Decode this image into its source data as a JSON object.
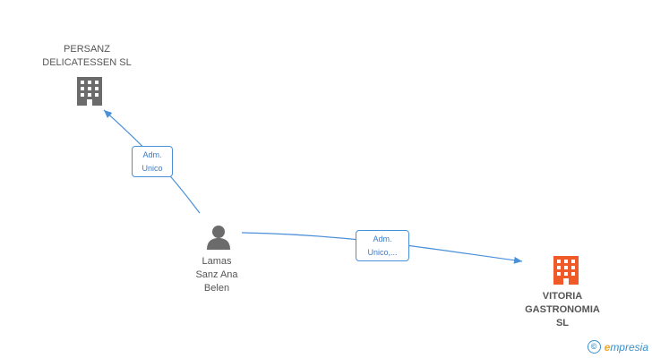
{
  "nodes": {
    "persanz": {
      "label": "PERSANZ\nDELICATESSEN SL",
      "icon": "building-icon",
      "color": "#6b6b6b"
    },
    "lamas": {
      "label": "Lamas\nSanz Ana\nBelen",
      "icon": "person-icon",
      "color": "#6b6b6b"
    },
    "vitoria": {
      "label": "VITORIA\nGASTRONOMIA\nSL",
      "icon": "building-icon",
      "color": "#f05a28"
    }
  },
  "edges": {
    "to_persanz": {
      "label": "Adm.\nUnico"
    },
    "to_vitoria": {
      "label": "Adm.\nUnico,..."
    }
  },
  "edge_color": "#4a90d9",
  "watermark": {
    "symbol": "©",
    "brand_initial": "e",
    "brand_rest": "mpresia"
  }
}
